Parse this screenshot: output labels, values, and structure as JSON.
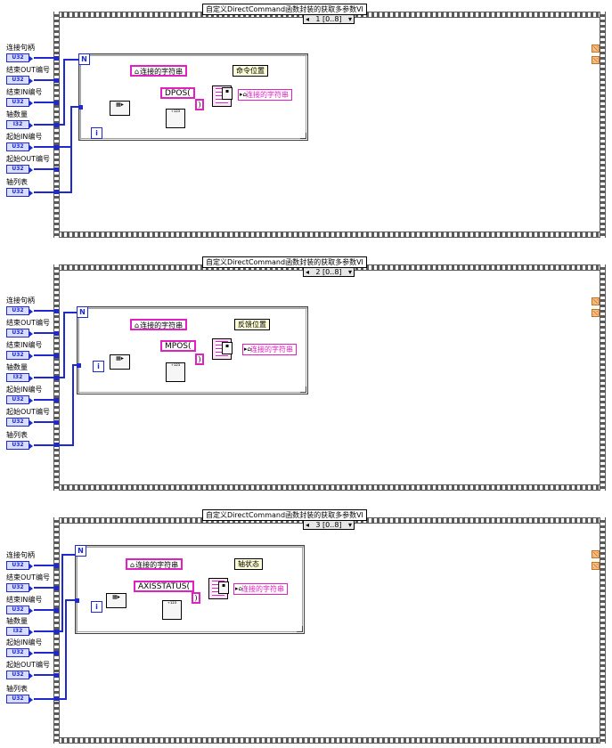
{
  "frames": [
    {
      "sequence_label": "自定义DirectCommand函数封装的获取多参数VI",
      "selector": "1 [0..8]",
      "command_string": "DPOS(",
      "comment": "命令位置",
      "input_string": "连接的字符串",
      "output_string": "连接的字符串",
      "close_paren": ")"
    },
    {
      "sequence_label": "自定义DirectCommand函数封装的获取多参数VI",
      "selector": "2 [0..8]",
      "command_string": "MPOS(",
      "comment": "反馈位置",
      "input_string": "连接的字符串",
      "output_string": "连接的字符串",
      "close_paren": ")"
    },
    {
      "sequence_label": "自定义DirectCommand函数封装的获取多参数VI",
      "selector": "3 [0..8]",
      "command_string": "AXISSTATUS(",
      "comment": "轴状态",
      "input_string": "连接的字符串",
      "output_string": "连接的字符串",
      "close_paren": ")"
    }
  ],
  "controls": [
    {
      "label": "连接句柄",
      "type": "U32"
    },
    {
      "label": "结束OUT编号",
      "type": "U32"
    },
    {
      "label": "结束IN编号",
      "type": "U32"
    },
    {
      "label": "轴数量",
      "type": "I32"
    },
    {
      "label": "起始IN编号",
      "type": "U32"
    },
    {
      "label": "起始OUT编号",
      "type": "U32"
    },
    {
      "label": "轴列表",
      "type": "U32"
    }
  ],
  "loop_count_terminal": "N",
  "loop_index_terminal": "i",
  "selector_arrows": {
    "left": "◂",
    "right": "▾"
  },
  "colors": {
    "int_wire": "#1e2ad0",
    "string_wire": "#e020c0",
    "comment_bg": "#ffffd8"
  }
}
